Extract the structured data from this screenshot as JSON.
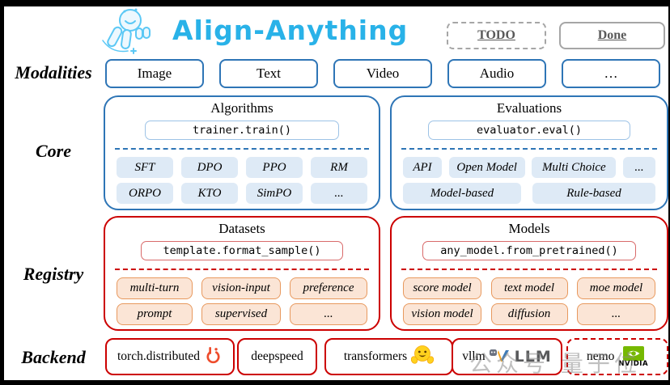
{
  "header": {
    "title": "Align-Anything",
    "todo": "TODO",
    "done": "Done"
  },
  "rows": {
    "modalities_label": "Modalities",
    "core_label": "Core",
    "registry_label": "Registry",
    "backend_label": "Backend"
  },
  "modalities": [
    "Image",
    "Text",
    "Video",
    "Audio",
    "…"
  ],
  "core": {
    "algorithms": {
      "title": "Algorithms",
      "api": "trainer.train()",
      "chips": [
        "SFT",
        "DPO",
        "PPO",
        "RM",
        "ORPO",
        "KTO",
        "SimPO",
        "..."
      ]
    },
    "evaluations": {
      "title": "Evaluations",
      "api": "evaluator.eval()",
      "chips_row1": [
        "API",
        "Open Model",
        "Multi Choice",
        "..."
      ],
      "chips_row2": [
        "Model-based",
        "Rule-based"
      ]
    }
  },
  "registry": {
    "datasets": {
      "title": "Datasets",
      "api": "template.format_sample()",
      "chips": [
        "multi-turn",
        "vision-input",
        "preference",
        "prompt",
        "supervised",
        "..."
      ]
    },
    "models": {
      "title": "Models",
      "api": "any_model.from_pretrained()",
      "chips": [
        "score model",
        "text model",
        "moe model",
        "vision model",
        "diffusion",
        "..."
      ]
    }
  },
  "backend": {
    "items": [
      {
        "label": "torch.distributed",
        "icon": "pytorch-icon"
      },
      {
        "label": "deepspeed",
        "icon": ""
      },
      {
        "label": "transformers",
        "icon": "hugging-face-icon"
      },
      {
        "label": "vllm",
        "icon": "vllm-icon",
        "logo_text": "LLM"
      },
      {
        "label": "nemo",
        "icon": "nvidia-icon",
        "logo_text": "NVIDIA"
      }
    ]
  },
  "watermark": "公众号 量子位",
  "colors": {
    "accent_blue": "#2E75B6",
    "title_cyan": "#29B2E8",
    "chip_blue_fill": "#DEEAF6",
    "red": "#CC0000",
    "chip_orange_fill": "#FBE5D6",
    "chip_orange_border": "#E8995E",
    "pytorch_orange": "#EE4C2C",
    "hf_yellow": "#FFD21E",
    "nvidia_green": "#76B900",
    "legend_gray": "#A6A6A6"
  }
}
